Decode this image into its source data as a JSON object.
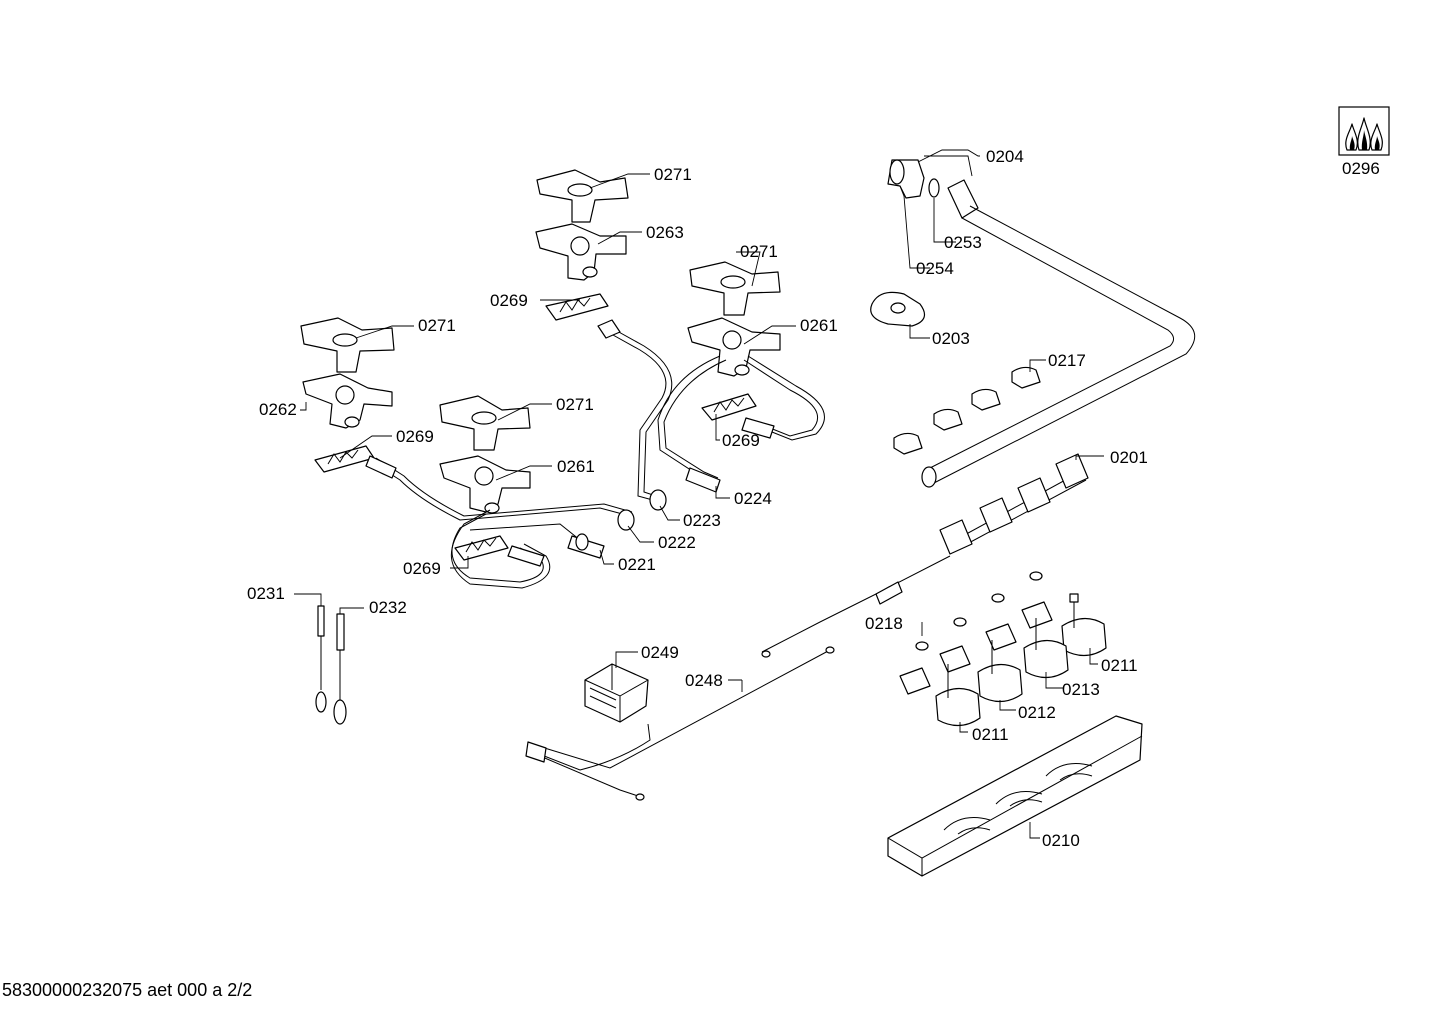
{
  "doc_id": "58300000232075 aet 000 a 2/2",
  "symbol": {
    "label": "0296",
    "icon": "gas-flames-icon"
  },
  "callouts": [
    {
      "id": "c0271a",
      "text": "0271"
    },
    {
      "id": "c0263",
      "text": "0263"
    },
    {
      "id": "c0271b",
      "text": "0271"
    },
    {
      "id": "c0269a",
      "text": "0269"
    },
    {
      "id": "c0261a",
      "text": "0261"
    },
    {
      "id": "c0271c",
      "text": "0271"
    },
    {
      "id": "c0262",
      "text": "0262"
    },
    {
      "id": "c0271d",
      "text": "0271"
    },
    {
      "id": "c0269b",
      "text": "0269"
    },
    {
      "id": "c0269c",
      "text": "0269"
    },
    {
      "id": "c0261b",
      "text": "0261"
    },
    {
      "id": "c0224",
      "text": "0224"
    },
    {
      "id": "c0223",
      "text": "0223"
    },
    {
      "id": "c0222",
      "text": "0222"
    },
    {
      "id": "c0221",
      "text": "0221"
    },
    {
      "id": "c0269d",
      "text": "0269"
    },
    {
      "id": "c0231",
      "text": "0231"
    },
    {
      "id": "c0232",
      "text": "0232"
    },
    {
      "id": "c0249",
      "text": "0249"
    },
    {
      "id": "c0248",
      "text": "0248"
    },
    {
      "id": "c0204",
      "text": "0204"
    },
    {
      "id": "c0253",
      "text": "0253"
    },
    {
      "id": "c0254",
      "text": "0254"
    },
    {
      "id": "c0203",
      "text": "0203"
    },
    {
      "id": "c0217",
      "text": "0217"
    },
    {
      "id": "c0201",
      "text": "0201"
    },
    {
      "id": "c0218",
      "text": "0218"
    },
    {
      "id": "c0211a",
      "text": "0211"
    },
    {
      "id": "c0213",
      "text": "0213"
    },
    {
      "id": "c0212",
      "text": "0212"
    },
    {
      "id": "c0211b",
      "text": "0211"
    },
    {
      "id": "c0210",
      "text": "0210"
    }
  ]
}
